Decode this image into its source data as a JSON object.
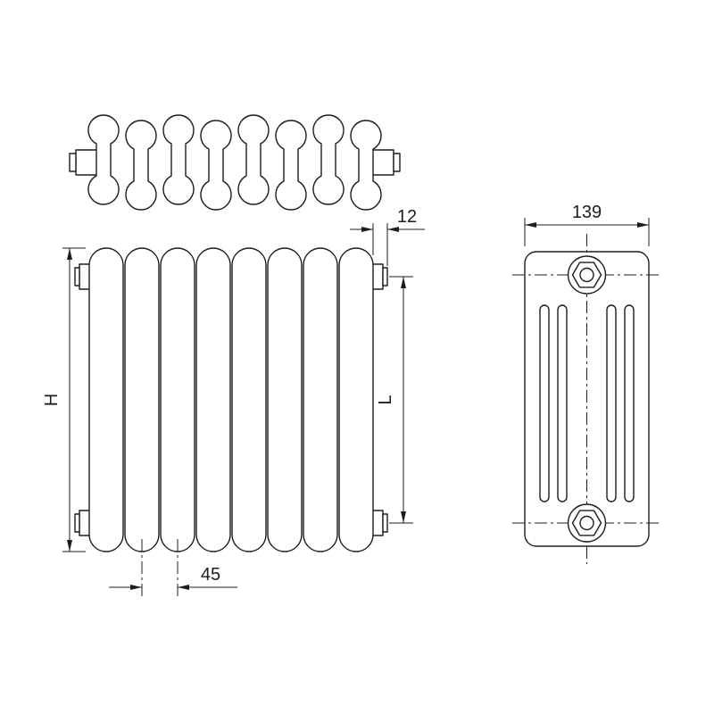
{
  "colors": {
    "line": "#1d1d1d",
    "background": "#ffffff"
  },
  "dimensions": {
    "connection_offset": "12",
    "depth": "139",
    "overall_height": "H",
    "pipe_centres": "L",
    "section_pitch": "45"
  }
}
